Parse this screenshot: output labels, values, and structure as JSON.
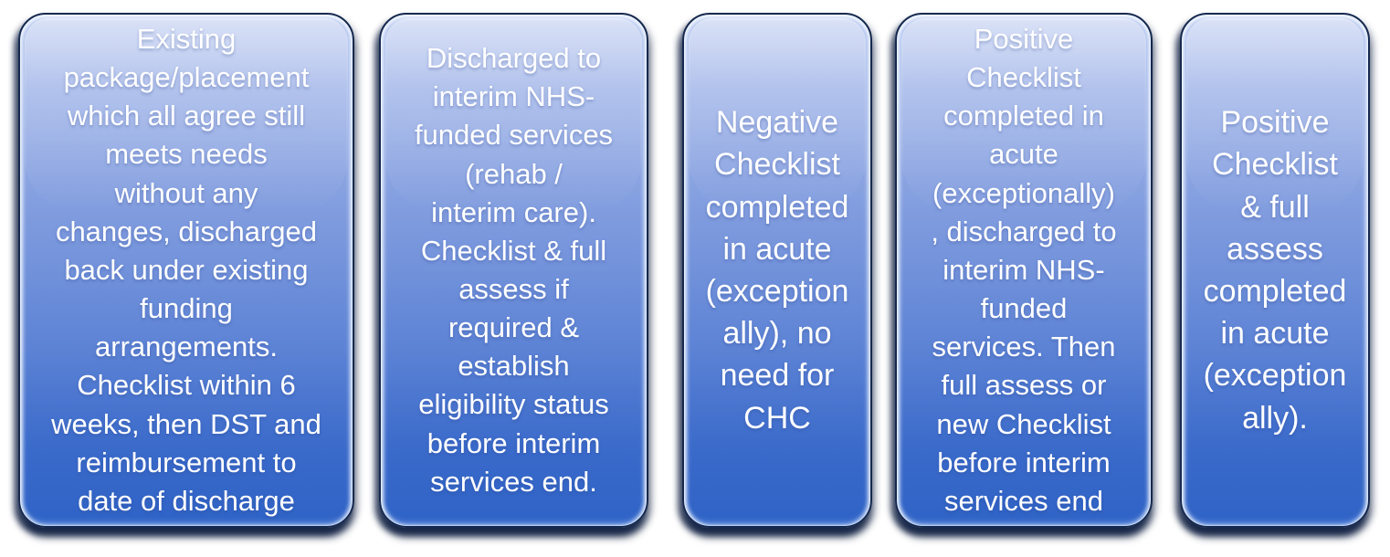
{
  "diagram": {
    "description": "Five-step NHS CHC discharge pathway options",
    "colors": {
      "gradient_top": "#b4c4ee",
      "gradient_bottom": "#2f63c6",
      "outline": "#16294f",
      "shadow": "#0e1e40",
      "text": "#ffffff"
    },
    "boxes": [
      {
        "id": "existing-package",
        "text": "Existing\npackage/placement\nwhich all agree still\nmeets needs\nwithout any\nchanges, discharged\nback under existing\nfunding\narrangements.\nChecklist within 6\nweeks, then DST and\nreimbursement to\ndate of discharge"
      },
      {
        "id": "discharged-interim",
        "text": "Discharged to\ninterim NHS-\nfunded services\n(rehab /\ninterim care).\nChecklist & full\nassess if\nrequired &\nestablish\neligibility status\nbefore interim\nservices end."
      },
      {
        "id": "negative-checklist",
        "text": "Negative\nChecklist\ncompleted\nin acute\n(exception\nally), no\nneed for\nCHC"
      },
      {
        "id": "positive-checklist-interim",
        "text": "Positive\nChecklist\ncompleted in\nacute\n(exceptionally)\n, discharged to\ninterim NHS-\nfunded\nservices. Then\nfull assess or\nnew Checklist\nbefore interim\nservices end"
      },
      {
        "id": "positive-checklist-acute",
        "text": "Positive\nChecklist\n& full\nassess\ncompleted\nin acute\n(exception\nally)."
      }
    ]
  }
}
